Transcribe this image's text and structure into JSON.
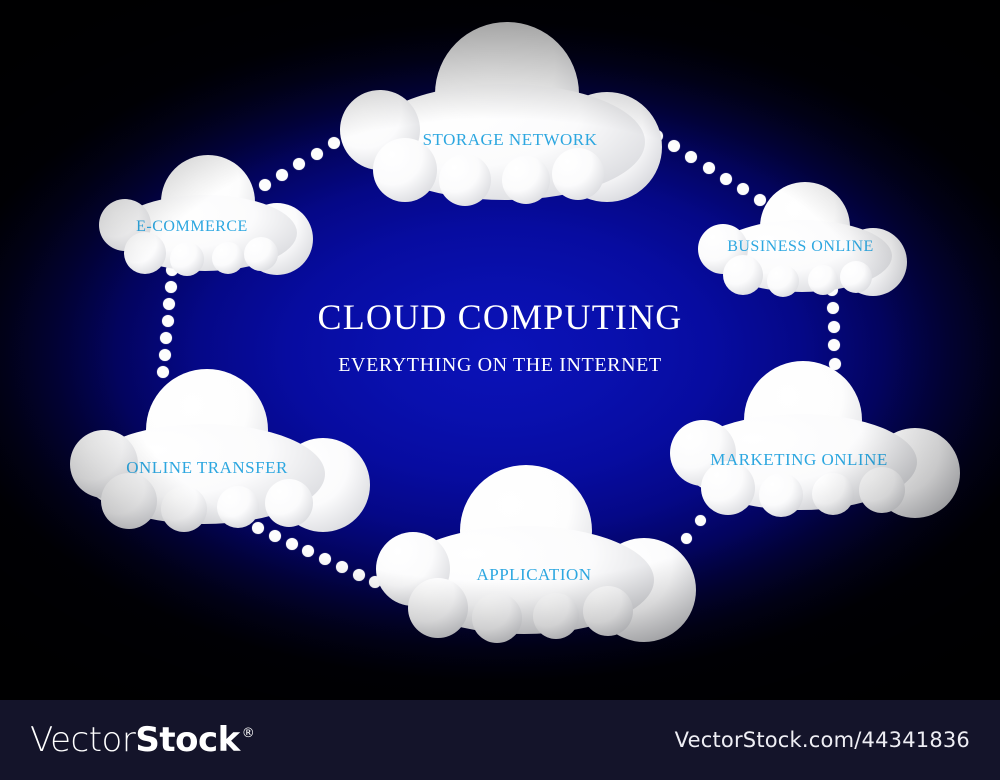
{
  "artwork": {
    "title": "CLOUD COMPUTING",
    "subtitle": "EVERYTHING ON THE INTERNET",
    "background_center_color": "#070CA0",
    "background_edge_color": "#000005",
    "cloud_fill_color": "#FFFFFF",
    "label_color": "#2DA7E0",
    "title_color": "#FFFFFF",
    "connector_dot_color": "#FDFDFD"
  },
  "clouds": [
    {
      "id": "storage-network",
      "label": "STORAGE NETWORK",
      "font_size": 17
    },
    {
      "id": "e-commerce",
      "label": "E-COMMERCE",
      "font_size": 16
    },
    {
      "id": "business-online",
      "label": "BUSINESS ONLINE",
      "font_size": 16
    },
    {
      "id": "marketing-online",
      "label": "MARKETING ONLINE",
      "font_size": 17
    },
    {
      "id": "application",
      "label": "APPLICATION",
      "font_size": 17
    },
    {
      "id": "online-transfer",
      "label": "ONLINE TRANSFER",
      "font_size": 17
    }
  ],
  "footer": {
    "brand_light": "Vector",
    "brand_bold": "Stock",
    "brand_registered": "®",
    "url": "VectorStock.com/44341836"
  }
}
